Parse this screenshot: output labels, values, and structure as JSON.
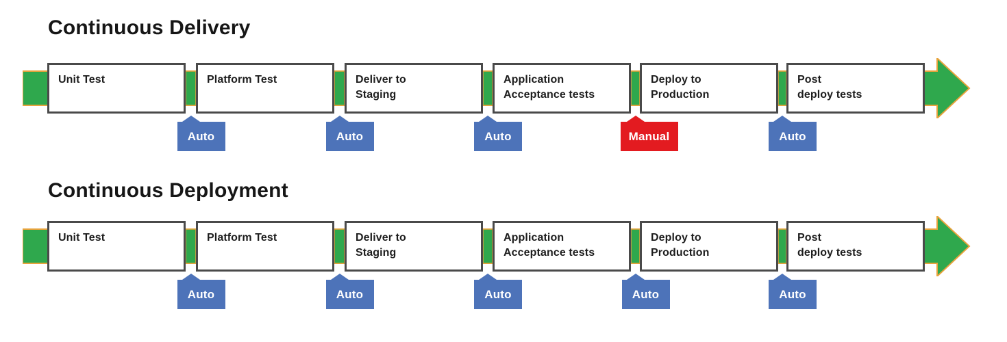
{
  "diagram": {
    "colors": {
      "arrow_green": "#2fa84d",
      "arrow_outline": "#e8a33c",
      "box_border": "#4a4a4a",
      "box_fill": "#ffffff",
      "box_text": "#1d1d1d",
      "auto_badge": "#4d73b9",
      "manual_badge": "#e31b20",
      "badge_text": "#ffffff",
      "title_text": "#161616"
    },
    "pipelines": [
      {
        "title": "Continuous Delivery",
        "stages": [
          "Unit Test",
          "Platform Test",
          "Deliver to\nStaging",
          "Application\nAcceptance tests",
          "Deploy to\nProduction",
          "Post\ndeploy tests"
        ],
        "gates": [
          {
            "label": "Auto",
            "type": "auto"
          },
          {
            "label": "Auto",
            "type": "auto"
          },
          {
            "label": "Auto",
            "type": "auto"
          },
          {
            "label": "Manual",
            "type": "manual"
          },
          {
            "label": "Auto",
            "type": "auto"
          }
        ]
      },
      {
        "title": "Continuous Deployment",
        "stages": [
          "Unit Test",
          "Platform Test",
          "Deliver to\nStaging",
          "Application\nAcceptance tests",
          "Deploy to\nProduction",
          "Post\ndeploy tests"
        ],
        "gates": [
          {
            "label": "Auto",
            "type": "auto"
          },
          {
            "label": "Auto",
            "type": "auto"
          },
          {
            "label": "Auto",
            "type": "auto"
          },
          {
            "label": "Auto",
            "type": "auto"
          },
          {
            "label": "Auto",
            "type": "auto"
          }
        ]
      }
    ]
  }
}
